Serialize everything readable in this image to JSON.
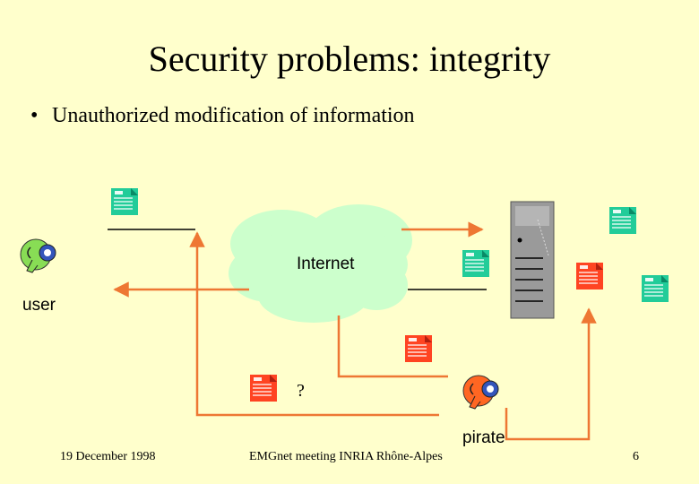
{
  "slide": {
    "title": "Security problems: integrity",
    "bullet": "Unauthorized modification of information"
  },
  "diagram": {
    "cloud_label": "Internet",
    "user_label": "user",
    "pirate_label": "pirate",
    "question_label": "?",
    "icons": [
      "user-avatar-icon",
      "pirate-avatar-icon",
      "server-tower-icon",
      "document-icon"
    ],
    "colors": {
      "background": "#ffffcc",
      "cloud": "#ccffcc",
      "arrow": "#ee7733",
      "doc_green": "#22cc99",
      "doc_red": "#ff4422",
      "server": "#9a9a9a"
    }
  },
  "footer": {
    "date": "19 December 1998",
    "event": "EMGnet meeting   INRIA Rhône-Alpes",
    "page": "6"
  }
}
